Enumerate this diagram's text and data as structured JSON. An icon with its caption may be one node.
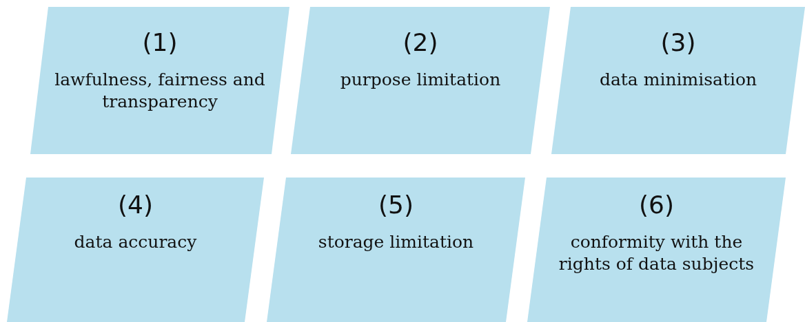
{
  "diagram": {
    "nodes": [
      {
        "text": [
          "(1)",
          "lawfulness, fairness and transparency"
        ]
      },
      {
        "text": [
          "(2)",
          "purpose limitation"
        ]
      },
      {
        "text": [
          "(3)",
          "data minimisation"
        ]
      },
      {
        "text": [
          "(4)",
          "data accuracy"
        ]
      },
      {
        "text": [
          "(5)",
          "storage limitation"
        ]
      },
      {
        "text": [
          "(6)",
          "conformity with the rights of data subjects"
        ]
      }
    ],
    "edges": []
  }
}
